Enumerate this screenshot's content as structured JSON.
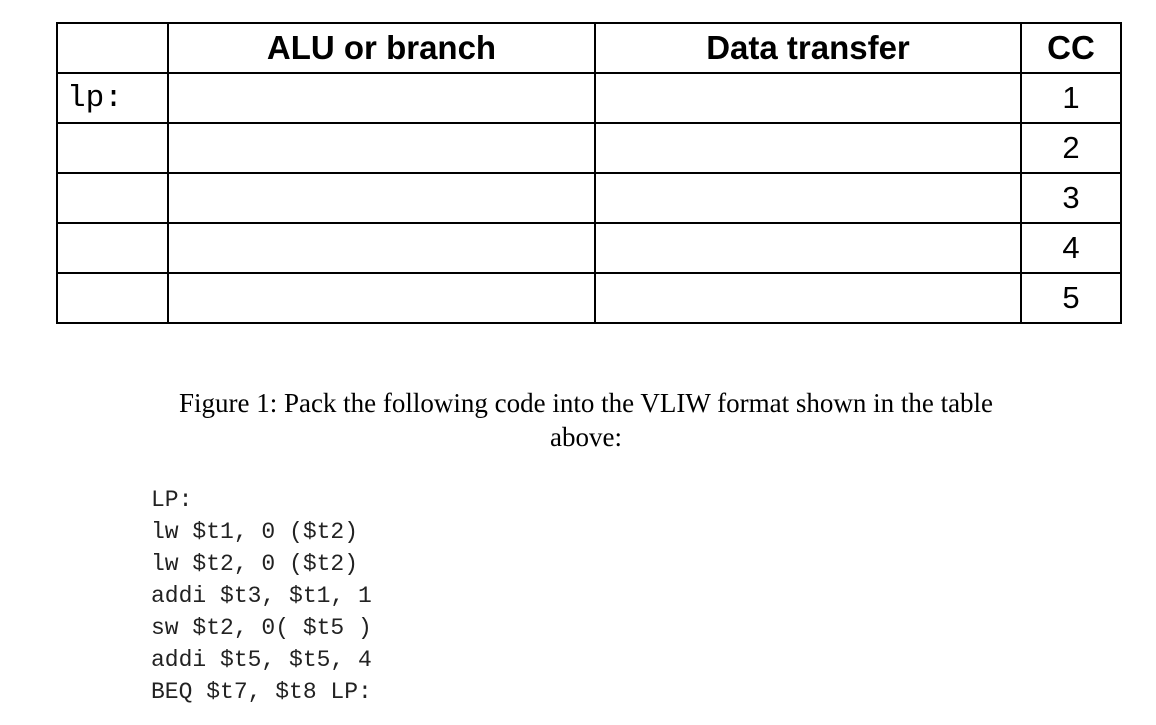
{
  "table": {
    "headers": [
      "",
      "ALU or branch",
      "Data transfer",
      "CC"
    ],
    "rows": [
      {
        "label": "lp:",
        "alu": "",
        "data": "",
        "cc": "1"
      },
      {
        "label": "",
        "alu": "",
        "data": "",
        "cc": "2"
      },
      {
        "label": "",
        "alu": "",
        "data": "",
        "cc": "3"
      },
      {
        "label": "",
        "alu": "",
        "data": "",
        "cc": "4"
      },
      {
        "label": "",
        "alu": "",
        "data": "",
        "cc": "5"
      }
    ]
  },
  "caption": {
    "line1": "Figure 1: Pack the following code into the VLIW format shown in the table",
    "line2": "above:"
  },
  "code": {
    "lines": [
      "LP:",
      "lw $t1, 0 ($t2)",
      "lw $t2, 0 ($t2)",
      "addi $t3, $t1, 1",
      "sw $t2, 0( $t5 )",
      "addi $t5, $t5, 4",
      "BEQ $t7, $t8 LP:"
    ]
  }
}
